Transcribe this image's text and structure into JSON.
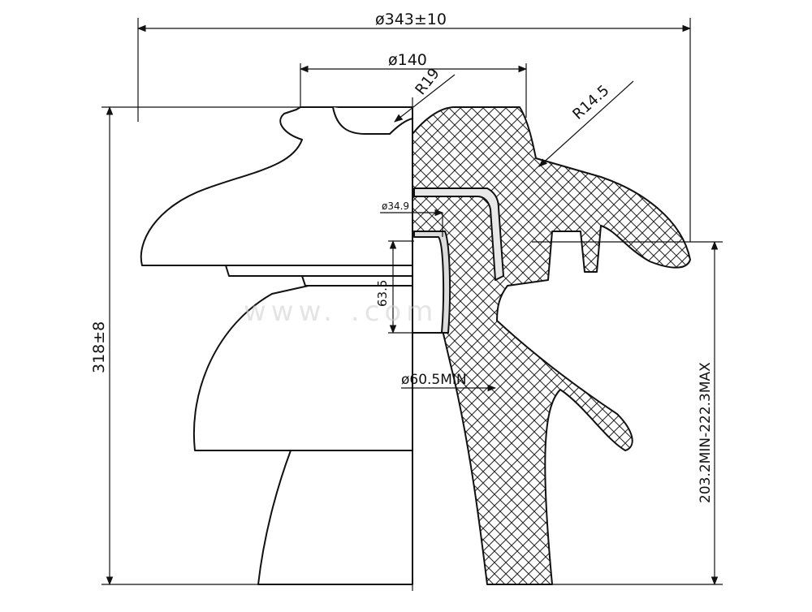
{
  "diagram": {
    "dimensions": {
      "overall_diameter": "ø343±10",
      "top_diameter": "ø140",
      "groove_radius": "R19",
      "edge_radius": "R14.5",
      "thread_diameter": "ø34.9",
      "thread_depth": "63.5",
      "hole_diameter": "ø60.5MIN",
      "overall_height": "318±8",
      "leakage_height": "203.2MIN-222.3MAX"
    },
    "watermark": "www.          .com",
    "colors": {
      "line": "#111111",
      "hatch": "#222222",
      "background": "#ffffff"
    }
  }
}
